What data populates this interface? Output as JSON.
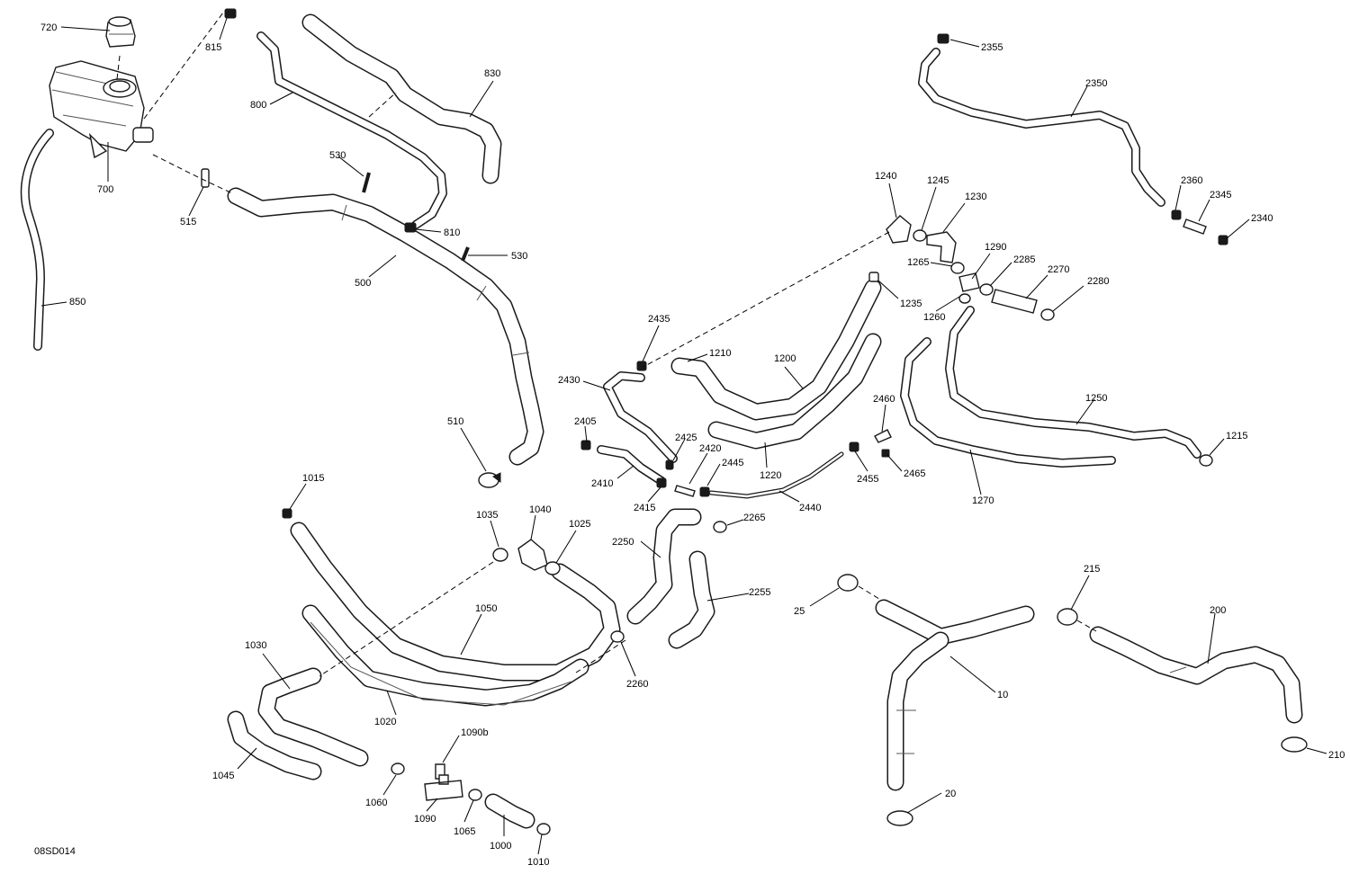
{
  "diagram_code": "08SD014",
  "callouts": {
    "c720": "720",
    "c815": "815",
    "c830": "830",
    "c800": "800",
    "c700": "700",
    "c515": "515",
    "c530a": "530",
    "c530b": "530",
    "c810": "810",
    "c500": "500",
    "c850": "850",
    "c510": "510",
    "c1015": "1015",
    "c1035": "1035",
    "c1040": "1040",
    "c1025": "1025",
    "c1050": "1050",
    "c1030": "1030",
    "c1020": "1020",
    "c1045": "1045",
    "c1090b": "1090b",
    "c1060": "1060",
    "c1090": "1090",
    "c1065": "1065",
    "c1000": "1000",
    "c1010": "1010",
    "c2250": "2250",
    "c2265": "2265",
    "c2255": "2255",
    "c2260": "2260",
    "c2435": "2435",
    "c2430": "2430",
    "c1210": "1210",
    "c1200": "1200",
    "c2405": "2405",
    "c2425": "2425",
    "c2420": "2420",
    "c2445": "2445",
    "c2410": "2410",
    "c2415": "2415",
    "c2440": "2440",
    "c1220": "1220",
    "c2460": "2460",
    "c2455": "2455",
    "c2465": "2465",
    "c1270": "1270",
    "c1250": "1250",
    "c1215": "1215",
    "c1240": "1240",
    "c1245": "1245",
    "c1230": "1230",
    "c1290": "1290",
    "c1265": "1265",
    "c2285": "2285",
    "c2270": "2270",
    "c2280": "2280",
    "c1235": "1235",
    "c1260": "1260",
    "c2355": "2355",
    "c2350": "2350",
    "c2360": "2360",
    "c2345": "2345",
    "c2340": "2340",
    "c25": "25",
    "c10": "10",
    "c20": "20",
    "c215": "215",
    "c200": "200",
    "c210": "210"
  }
}
